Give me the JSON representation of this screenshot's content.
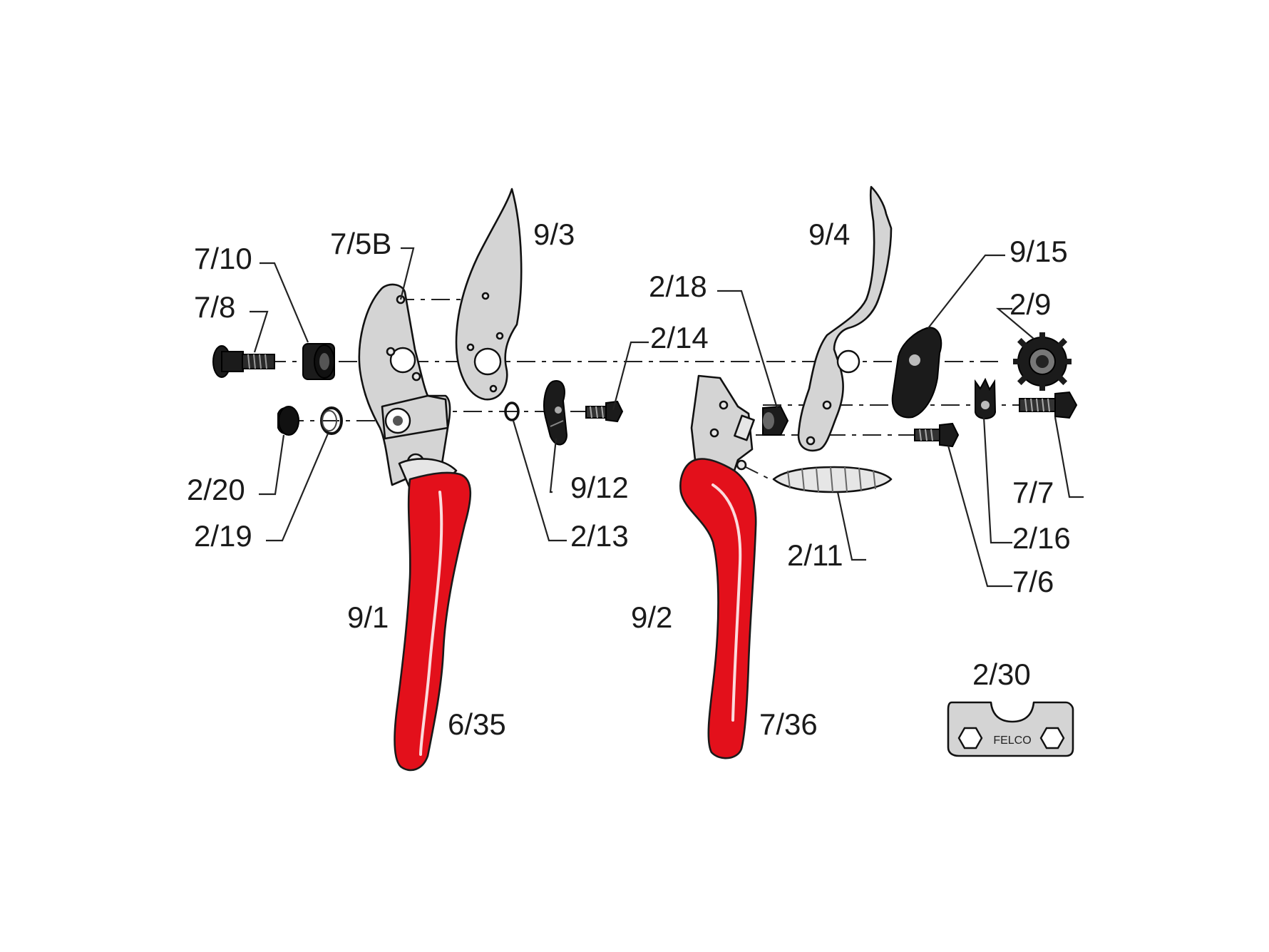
{
  "brand_mark": "FELCO",
  "callouts": [
    {
      "id": "c-7-10",
      "text": "7/10"
    },
    {
      "id": "c-7-8",
      "text": "7/8"
    },
    {
      "id": "c-7-5b",
      "text": "7/5B"
    },
    {
      "id": "c-9-3",
      "text": "9/3"
    },
    {
      "id": "c-9-4",
      "text": "9/4"
    },
    {
      "id": "c-9-15",
      "text": "9/15"
    },
    {
      "id": "c-2-18",
      "text": "2/18"
    },
    {
      "id": "c-2-9",
      "text": "2/9"
    },
    {
      "id": "c-2-14",
      "text": "2/14"
    },
    {
      "id": "c-2-20",
      "text": "2/20"
    },
    {
      "id": "c-9-12",
      "text": "9/12"
    },
    {
      "id": "c-7-7",
      "text": "7/7"
    },
    {
      "id": "c-2-19",
      "text": "2/19"
    },
    {
      "id": "c-2-13",
      "text": "2/13"
    },
    {
      "id": "c-2-16",
      "text": "2/16"
    },
    {
      "id": "c-2-11",
      "text": "2/11"
    },
    {
      "id": "c-7-6",
      "text": "7/6"
    },
    {
      "id": "c-9-1",
      "text": "9/1"
    },
    {
      "id": "c-9-2",
      "text": "9/2"
    },
    {
      "id": "c-2-30",
      "text": "2/30"
    },
    {
      "id": "c-6-35",
      "text": "6/35"
    },
    {
      "id": "c-7-36",
      "text": "7/36"
    }
  ],
  "colors": {
    "handle": "#e3101b",
    "steel": "#d4d4d4",
    "dark_part": "#1b1b1b",
    "ink": "#1a1a1a"
  }
}
